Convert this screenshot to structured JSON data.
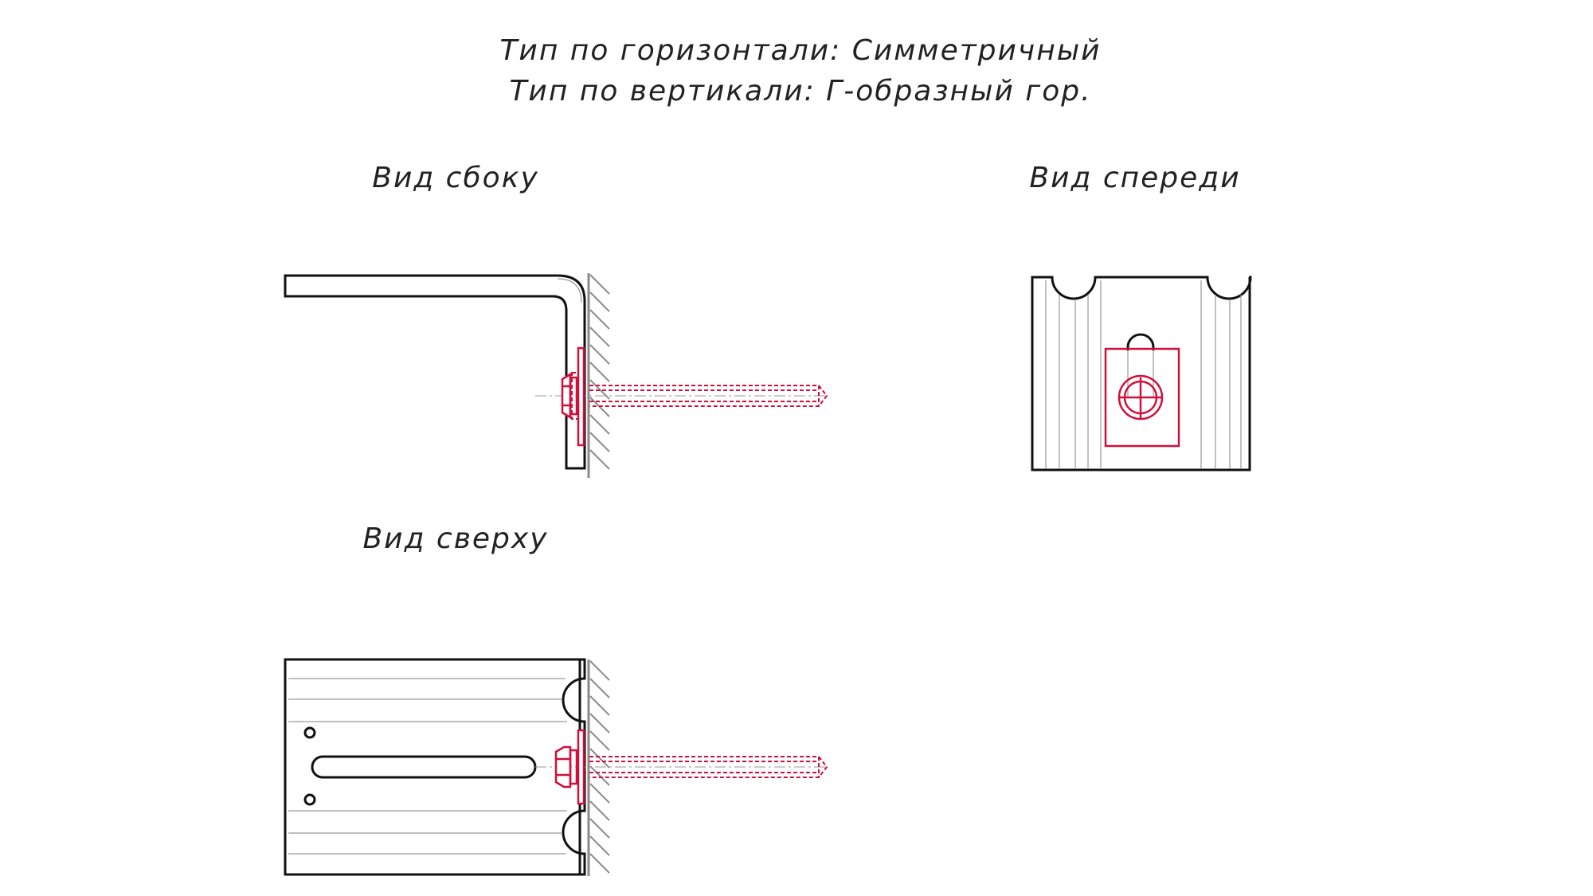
{
  "header": {
    "line1": "Тип по горизонтали: Симметричный",
    "line2": "Тип по вертикали: Г-образный гор."
  },
  "views": {
    "side": "Вид сбоку",
    "front": "Вид спереди",
    "top": "Вид сверху"
  },
  "colors": {
    "outline": "#111111",
    "anchor": "#d0103a",
    "hatch": "#8a8a8a"
  }
}
